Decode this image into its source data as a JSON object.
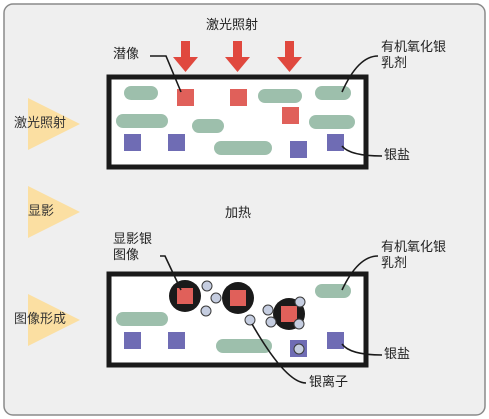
{
  "colors": {
    "panel_bg": "#efefef",
    "panel_border": "#8a8a8a",
    "film_border": "#1a1a1a",
    "grain_red": "#e0605a",
    "salt_blue": "#6f6cb4",
    "emulsion_green": "#9dbfac",
    "arrow_red": "#e0483e",
    "chevron_yellow": "#fbdfa2",
    "silver_ion": "#c5cde0"
  },
  "top": {
    "laser_label": "激光照射",
    "latent_label": "潜像",
    "emulsion_label": "有机氧化银\n乳剂",
    "salt_label": "银盐"
  },
  "middle": {
    "heat_label": "加热"
  },
  "bottom": {
    "dev_label": "显影银\n图像",
    "emulsion_label": "有机氧化银\n乳剂",
    "salt_label": "银盐",
    "ion_label": "银离子"
  },
  "steps": [
    {
      "label": "激光照射",
      "icon": "chevron-right-icon"
    },
    {
      "label": "显影",
      "icon": "chevron-right-icon"
    },
    {
      "label": "图像形成",
      "icon": "chevron-right-icon"
    }
  ]
}
